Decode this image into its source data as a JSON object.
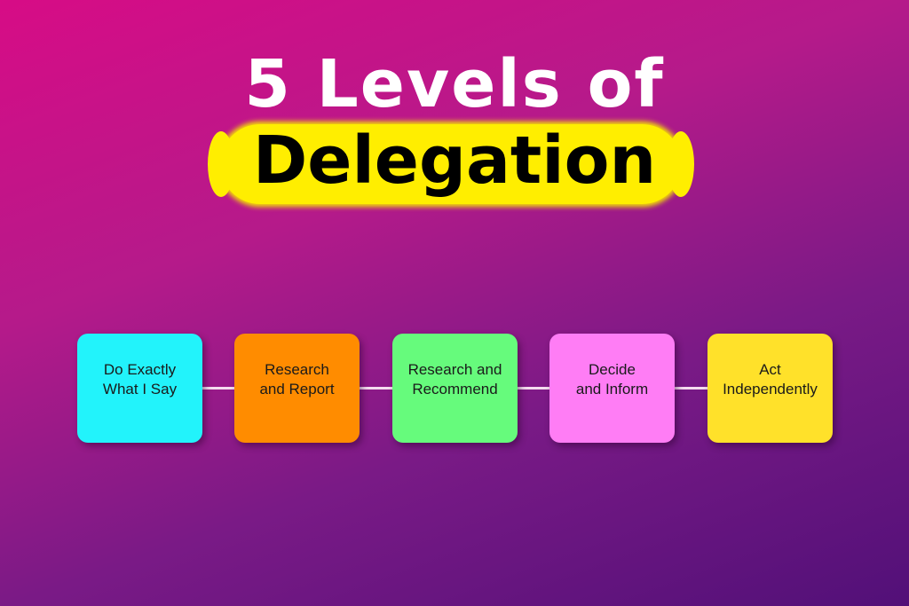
{
  "title": {
    "line1": "5 Levels of",
    "line2": "Delegation",
    "highlight_color": "#ffee00"
  },
  "steps": [
    {
      "label": "Do Exactly\nWhat I Say",
      "color": "#22f3fb"
    },
    {
      "label": "Research\nand Report",
      "color": "#ff8c00"
    },
    {
      "label": "Research and\nRecommend",
      "color": "#66fb7c"
    },
    {
      "label": "Decide\nand Inform",
      "color": "#ff7df5"
    },
    {
      "label": "Act\nIndependently",
      "color": "#ffe12a"
    }
  ],
  "background": {
    "start": "#d70c86",
    "end": "#521078"
  }
}
